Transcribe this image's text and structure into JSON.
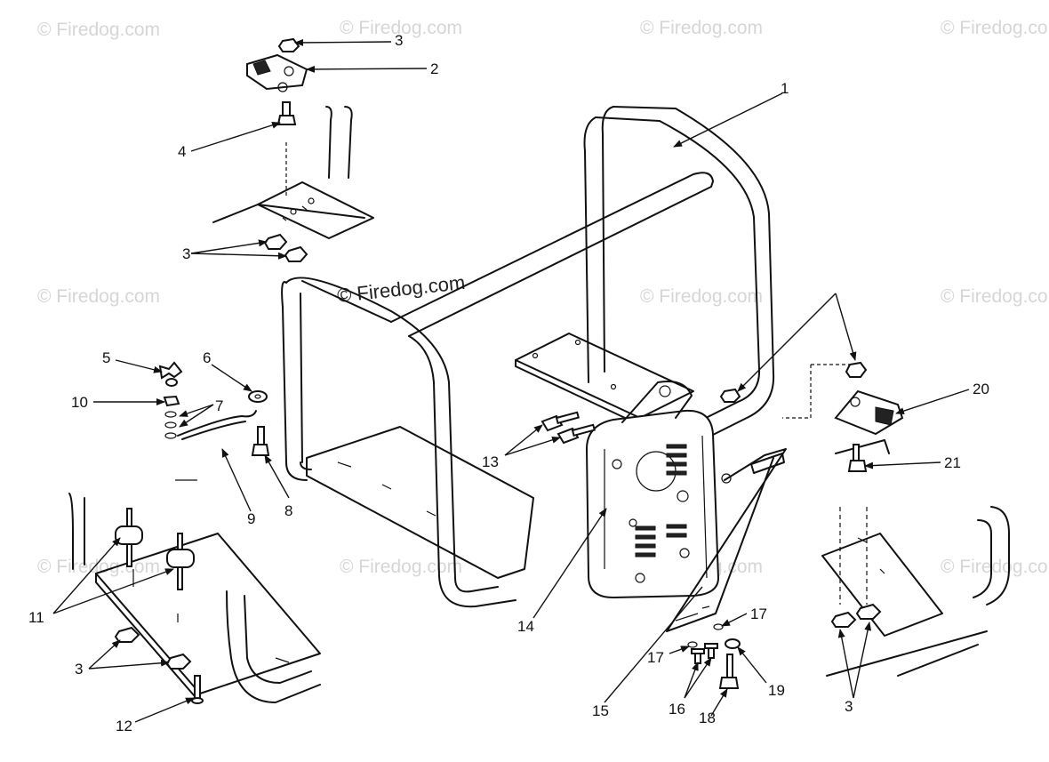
{
  "watermark_text": "© Firedog.com",
  "callouts": {
    "c1": "1",
    "c2": "2",
    "c3a": "3",
    "c3b": "3",
    "c3c": "3",
    "c3d": "3",
    "c4": "4",
    "c5": "5",
    "c6": "6",
    "c7": "7",
    "c8": "8",
    "c9": "9",
    "c10": "10",
    "c11": "11",
    "c12": "12",
    "c13": "13",
    "c14": "14",
    "c15": "15",
    "c16": "16",
    "c17a": "17",
    "c17b": "17",
    "c18": "18",
    "c19": "19",
    "c20": "20",
    "c21": "21"
  }
}
